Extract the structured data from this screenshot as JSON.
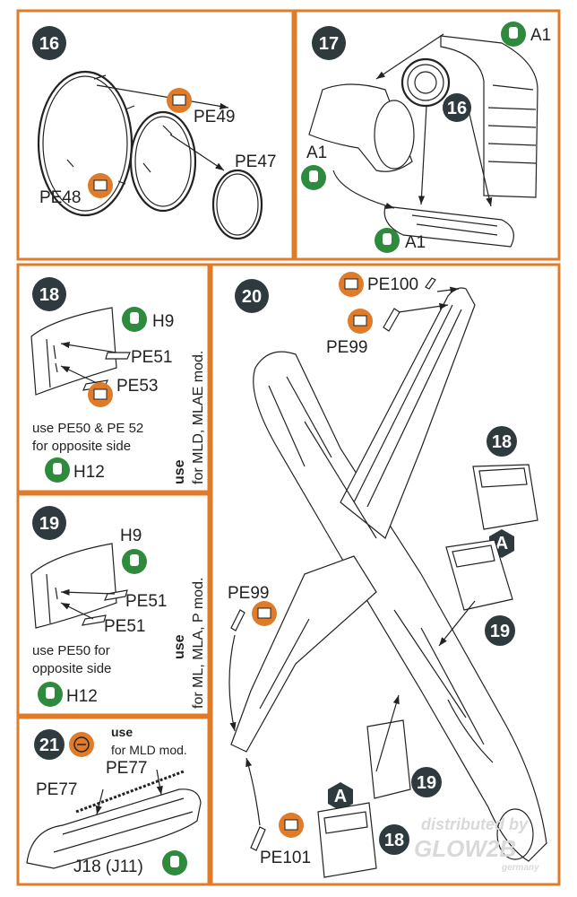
{
  "colors": {
    "frame": "#e07b2a",
    "step_badge": "#2f3a3f",
    "orange_icon": "#e07b2a",
    "green_icon": "#2e8b3e",
    "watermark": "#d9d9d9"
  },
  "icons": {
    "photo_etch": "photo-etch-part-icon",
    "paint": "paint-color-icon",
    "optional": "optional-part-icon",
    "variant": "variant-marker-icon"
  },
  "steps": {
    "s16": {
      "number": "16",
      "parts": [
        "PE49",
        "PE47",
        "PE48"
      ]
    },
    "s17": {
      "number": "17",
      "badge_16": "16",
      "paint_top": "A1",
      "paint_left": "A1",
      "paint_bottom": "A1"
    },
    "s18": {
      "number": "18",
      "paint_top": "H9",
      "parts": [
        "PE51",
        "PE53"
      ],
      "note_line1": "use PE50 & PE 52",
      "note_line2": "for opposite side",
      "paint_bottom": "H12",
      "use_word": "use",
      "use_text": "for MLD, MLAE mod."
    },
    "s19": {
      "number": "19",
      "paint_top": "H9",
      "parts": [
        "PE51",
        "PE51"
      ],
      "note_line1": "use PE50 for",
      "note_line2": "opposite side",
      "paint_bottom": "H12",
      "use_word": "use",
      "use_text": "for ML, MLA, P mod."
    },
    "s20": {
      "number": "20",
      "parts_top": [
        "PE100",
        "PE99"
      ],
      "part_left": "PE99",
      "part_bottom": "PE101",
      "callout_18_top": "18",
      "marker_a_top": "A",
      "callout_19_mid": "19",
      "callout_19_bottom": "19",
      "marker_a_bottom": "A",
      "callout_18_bottom": "18"
    },
    "s21": {
      "number": "21",
      "use_word": "use",
      "use_text": "for MLD mod.",
      "parts": [
        "PE77",
        "PE77"
      ],
      "paint": "J18 (J11)"
    }
  },
  "watermark": {
    "line1": "distributed by",
    "line2": "GLOW2B",
    "line3": "germany"
  }
}
